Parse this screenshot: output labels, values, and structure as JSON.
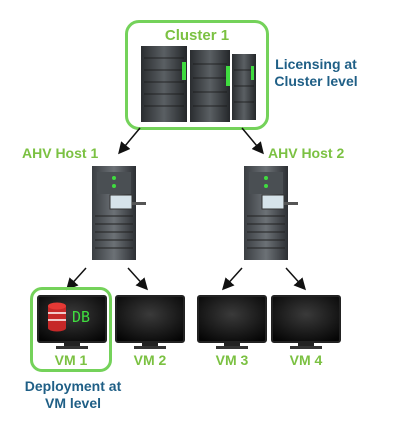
{
  "cluster": {
    "label": "Cluster 1"
  },
  "annotations": {
    "licensing": [
      "Licensing at",
      "Cluster level"
    ],
    "deployment": [
      "Deployment at",
      "VM level"
    ]
  },
  "hosts": [
    {
      "label": "AHV Host 1"
    },
    {
      "label": "AHV Host 2"
    }
  ],
  "vms": [
    {
      "label": "VM 1",
      "screen_text": "DB"
    },
    {
      "label": "VM 2"
    },
    {
      "label": "VM 3"
    },
    {
      "label": "VM 4"
    }
  ],
  "colors": {
    "accent_green": "#74d25a",
    "label_green": "#7bc142",
    "annotation_blue": "#1f5f86"
  },
  "icons": [
    "server-rack-icon",
    "host-tower-icon",
    "monitor-icon",
    "database-icon",
    "arrow-icon"
  ]
}
